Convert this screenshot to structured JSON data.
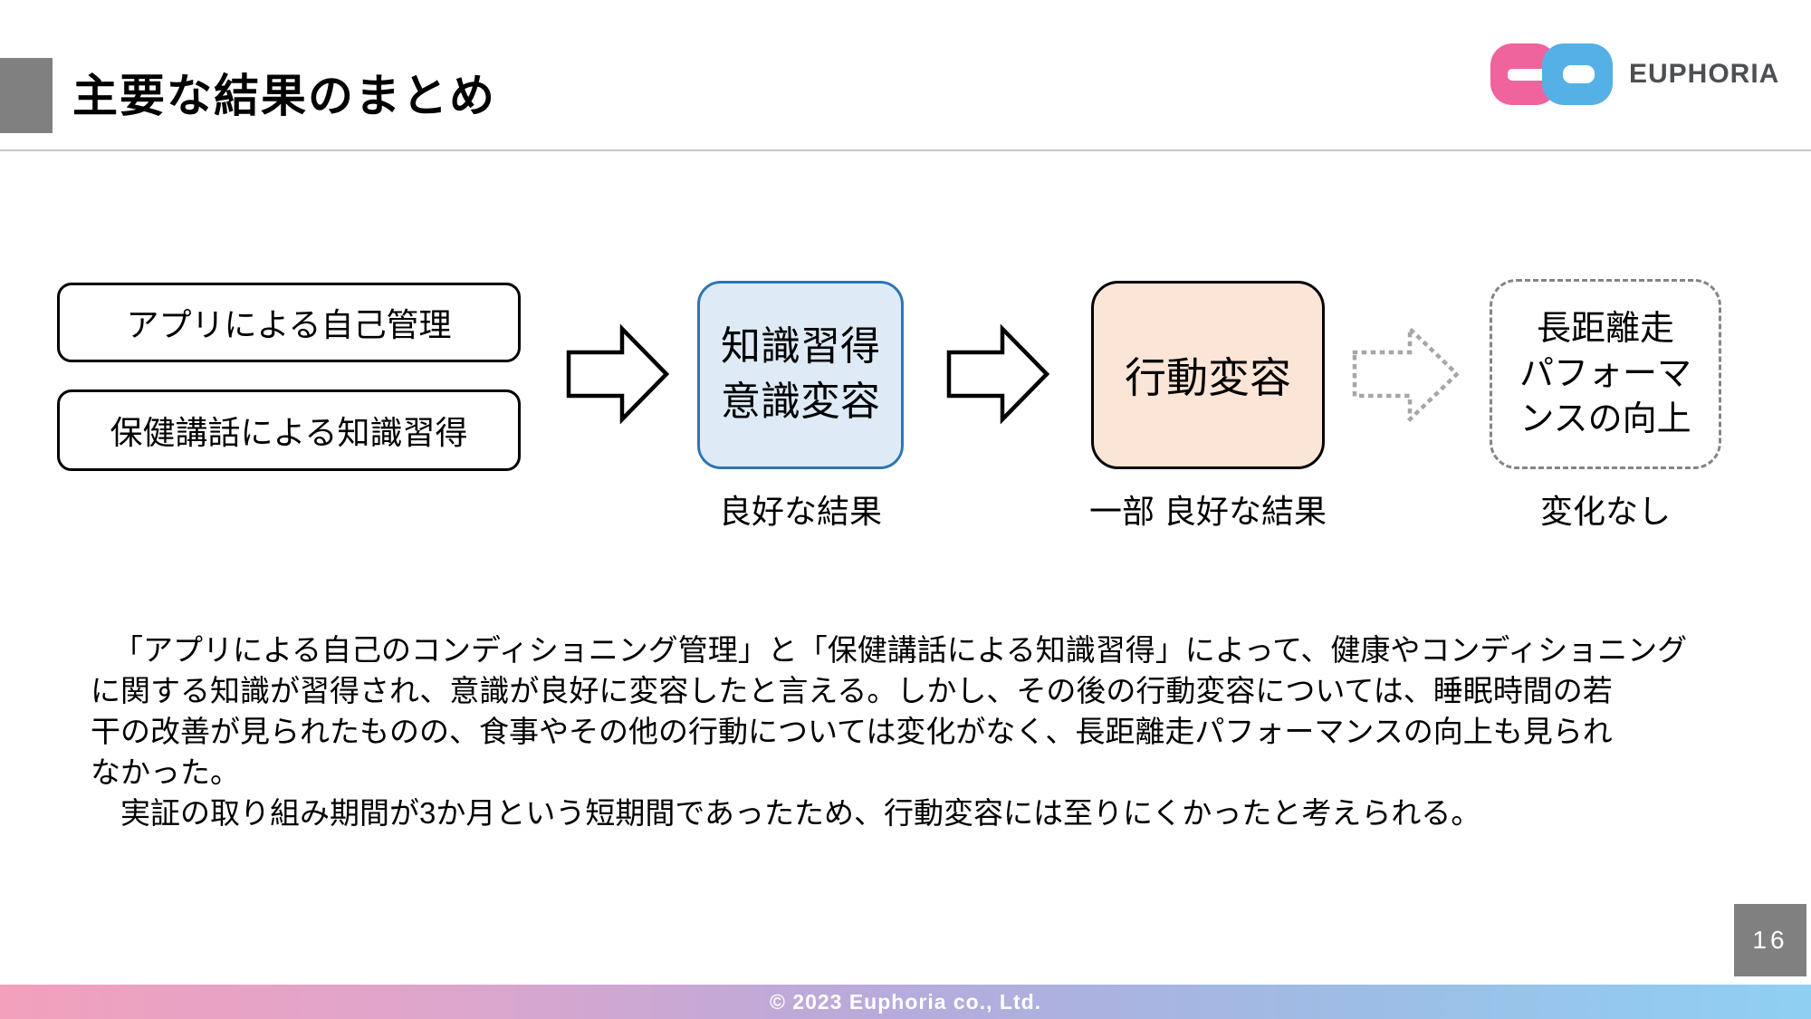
{
  "header": {
    "title": "主要な結果のまとめ",
    "brand": "EUPHORIA"
  },
  "flow": {
    "inputs": [
      "アプリによる自己管理",
      "保健講話による知識習得"
    ],
    "stages": [
      {
        "label": "知識習得\n意識変容",
        "caption": "良好な結果"
      },
      {
        "label": "行動変容",
        "caption": "一部 良好な結果"
      },
      {
        "label": "長距離走\nパフォーマ\nンスの向上",
        "caption": "変化なし"
      }
    ]
  },
  "body": {
    "lines": [
      "「アプリによる自己のコンディショニング管理」と「保健講話による知識習得」によって、健康やコンディショニング",
      "に関する知識が習得され、意識が良好に変容したと言える。しかし、その後の行動変容については、睡眠時間の若",
      "干の改善が見られたものの、食事やその他の行動については変化がなく、長距離走パフォーマンスの向上も見られ",
      "なかった。",
      "　実証の取り組み期間が3か月という短期間であったため、行動変容には至りにくかったと考えられる。"
    ]
  },
  "footer": {
    "copyright": "© 2023 Euphoria co., Ltd.",
    "page_number": "16"
  },
  "colors": {
    "accent_gray": "#808080",
    "logo_pink": "#f0649e",
    "logo_blue": "#55b0e6",
    "brand_text": "#4d4f52",
    "knowledge_fill": "#deebf7",
    "knowledge_border": "#2e75b6",
    "behavior_fill": "#fbe5d6",
    "dashed_border": "#848484",
    "footer_gradient_left": "#f2a0bc",
    "footer_gradient_right": "#8fd0f2"
  }
}
